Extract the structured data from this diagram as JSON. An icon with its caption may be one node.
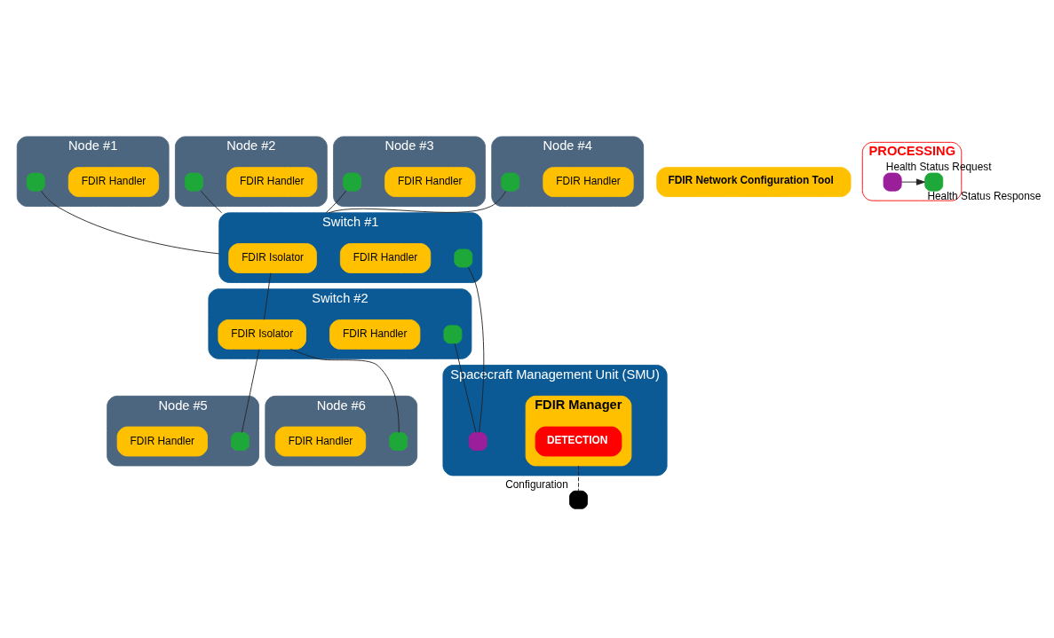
{
  "diagram": {
    "nodes": [
      {
        "text": [
          "Node #1"
        ]
      },
      {
        "text": [
          "FDIR Handler"
        ],
        "in": 0
      },
      {
        "text": [],
        "shape": "box",
        "in": 0
      },
      {
        "text": [
          "Node #2"
        ]
      },
      {
        "text": [
          "FDIR Handler"
        ],
        "in": 3
      },
      {
        "text": [],
        "shape": "box",
        "in": 3
      },
      {
        "text": [
          "Node #3"
        ]
      },
      {
        "text": [
          "FDIR Handler"
        ],
        "in": 6
      },
      {
        "text": [],
        "shape": "box",
        "in": 6
      },
      {
        "text": [
          "Node #4"
        ]
      },
      {
        "text": [
          "FDIR Handler"
        ],
        "in": 9
      },
      {
        "text": [],
        "shape": "box",
        "in": 9
      },
      {
        "text": [
          "Switch #1"
        ]
      },
      {
        "text": [
          "FDIR Isolator"
        ],
        "in": 12
      },
      {
        "text": [
          "FDIR Handler"
        ],
        "in": 12
      },
      {
        "text": [],
        "shape": "box",
        "in": 12
      },
      {
        "text": [
          "Switch #2"
        ]
      },
      {
        "text": [
          "FDIR Isolator"
        ],
        "in": 16
      },
      {
        "text": [
          "FDIR Handler"
        ],
        "in": 16
      },
      {
        "text": [],
        "shape": "box",
        "in": 16
      },
      {
        "text": [
          "Node #5"
        ]
      },
      {
        "text": [],
        "shape": "box",
        "in": 20
      },
      {
        "text": [
          "FDIR Handler"
        ],
        "in": 20
      },
      {
        "text": [
          "Node #6"
        ]
      },
      {
        "text": [],
        "shape": "box",
        "in": 23
      },
      {
        "text": [
          "FDIR Handler"
        ],
        "in": 23
      },
      {
        "text": [
          "Spacecraft Management Unit (SMU)"
        ]
      },
      {
        "text": [],
        "shape": "box",
        "in": 26
      },
      {
        "text": [
          "FDIR Manager"
        ],
        "in": 26
      },
      {
        "text": [
          "DETECTION"
        ],
        "in": 28
      },
      {
        "text": [],
        "shape": "box",
        "beside": [
          "Configuration"
        ]
      },
      {
        "text": [
          "FDIR Network Configuration Tool"
        ]
      },
      {
        "text": [
          "PROCESSING"
        ]
      },
      {
        "text": [],
        "shape": "box",
        "in": 32,
        "beside": [
          "Health Status Request"
        ]
      },
      {
        "text": [],
        "shape": "box",
        "in": 32,
        "beside": [
          "Health Status Response"
        ]
      }
    ],
    "edges": [
      {
        "from": 2,
        "to": 12,
        "arrow": "none"
      },
      {
        "from": 5,
        "to": 12,
        "arrow": "none"
      },
      {
        "from": 8,
        "to": 12,
        "arrow": "none"
      },
      {
        "from": 11,
        "to": 12,
        "arrow": "none"
      },
      {
        "from": 13,
        "to": 17,
        "arrow": "none"
      },
      {
        "from": 17,
        "to": 21,
        "arrow": "none"
      },
      {
        "from": 17,
        "to": 24,
        "arrow": "none"
      },
      {
        "from": 15,
        "to": 27,
        "arrow": "none"
      },
      {
        "from": 19,
        "to": 27,
        "arrow": "none"
      },
      {
        "from": 28,
        "to": 30,
        "arrow": "none",
        "style": "dashed"
      },
      {
        "from": 33,
        "to": 34,
        "arrow": "to"
      }
    ]
  }
}
